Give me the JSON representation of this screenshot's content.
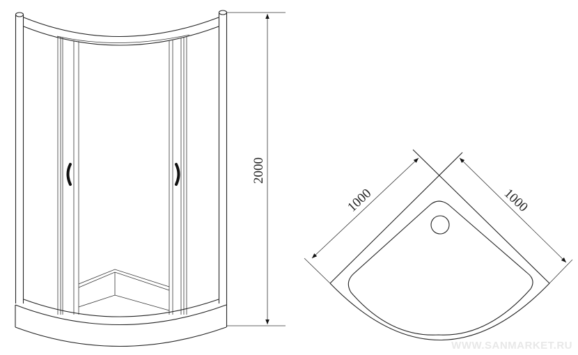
{
  "front_view": {
    "height_label": "2000"
  },
  "plan_view": {
    "width_label_left": "1000",
    "width_label_right": "1000"
  },
  "watermark": "WWW.SANMARKET.RU"
}
